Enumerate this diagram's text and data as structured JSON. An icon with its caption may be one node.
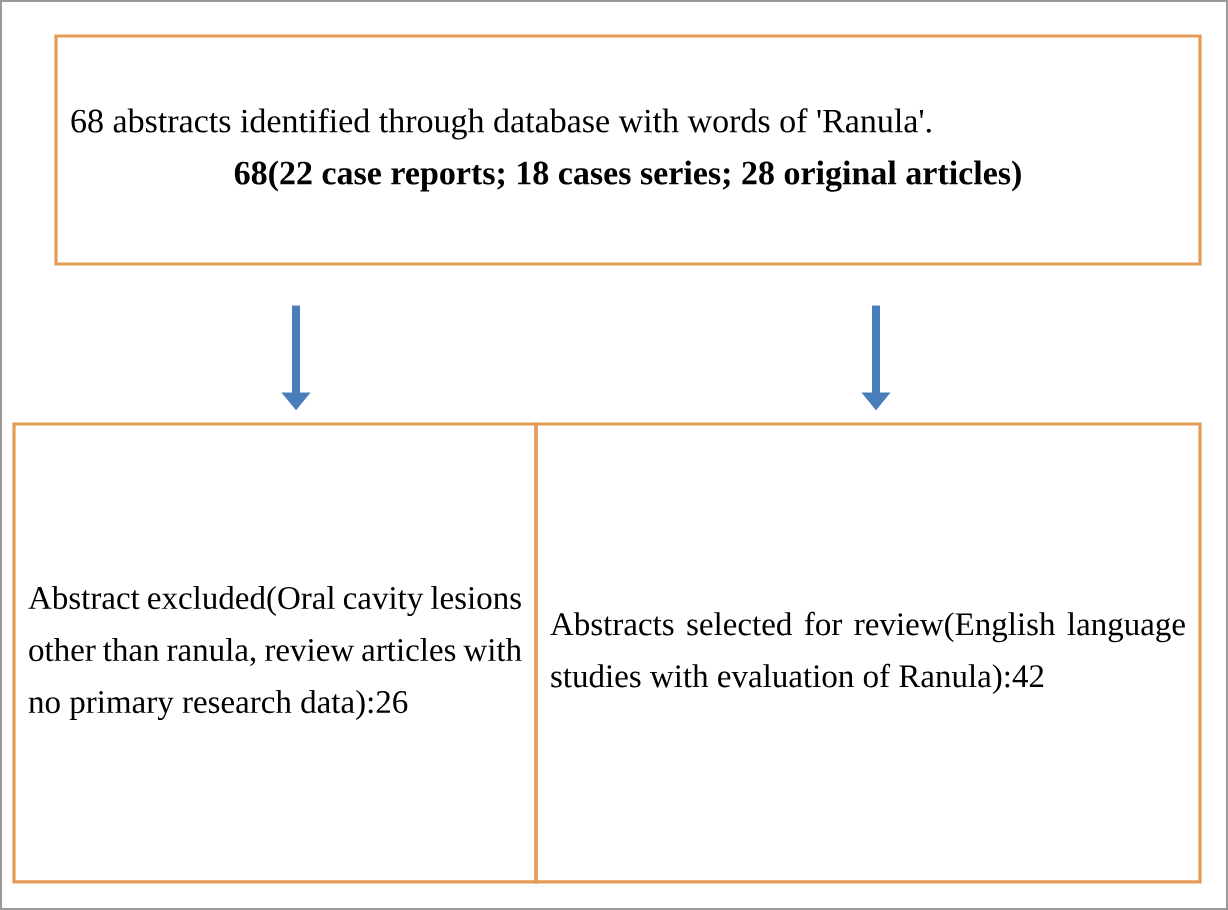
{
  "diagram": {
    "nodes": [
      {
        "text": [
          "68 abstracts identified through database with words of 'Ranula'.",
          "68(22 case reports; 18 cases series; 28 original articles)"
        ]
      },
      {
        "text": [
          "Abstract excluded(Oral cavity lesions other than ranula, review articles with no primary research data):26"
        ]
      },
      {
        "text": [
          "Abstracts selected for review(English language studies with evaluation of Ranula):42"
        ]
      }
    ],
    "edges": [
      {
        "from": 0,
        "to": 1,
        "arrow": "to"
      },
      {
        "from": 0,
        "to": 2,
        "arrow": "to"
      }
    ]
  }
}
